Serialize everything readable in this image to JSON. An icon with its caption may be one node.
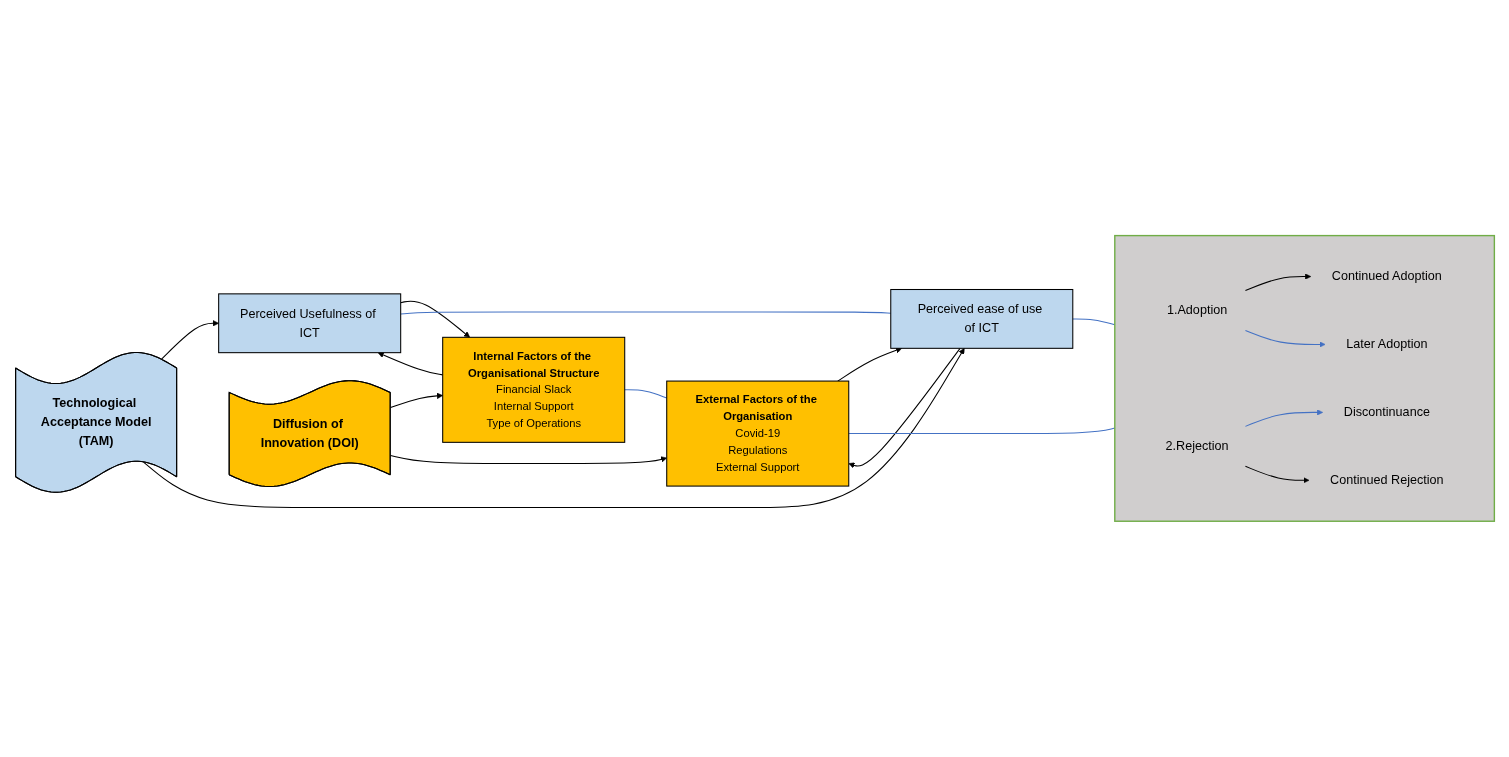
{
  "diagram": {
    "nodes": [
      {
        "text": [
          "Technological Acceptance Model",
          "(TAM)"
        ]
      },
      {
        "text": [
          "Perceived Usefulness of ICT"
        ]
      },
      {
        "text": [
          "Internal Factors of the Organisational Structure",
          "Financial Slack",
          "Internal Support",
          "Type of Operations"
        ]
      },
      {
        "text": [
          "Diffusion of Innovation (DOI)"
        ]
      },
      {
        "text": [
          "Perceived ease of use of ICT"
        ]
      },
      {
        "text": [
          "External Factors of the Organisation",
          "Covid-19",
          "Regulations",
          "External Support"
        ]
      },
      {
        "text": [],
        "shape": "box"
      },
      {
        "text": [
          "1.Adoption"
        ],
        "in": 6
      },
      {
        "text": [
          "Continued Adoption"
        ],
        "in": 6
      },
      {
        "text": [
          "Later Adoption"
        ],
        "in": 6
      },
      {
        "text": [
          "Discontinuance"
        ],
        "in": 6
      },
      {
        "text": [
          "2.Rejection"
        ],
        "in": 6
      },
      {
        "text": [
          "Continued Rejection"
        ],
        "in": 6
      }
    ],
    "edges": [
      {
        "from": 0,
        "to": 1,
        "arrow": "to"
      },
      {
        "from": 0,
        "to": 4,
        "arrow": "to"
      },
      {
        "from": 1,
        "to": 2,
        "arrow": "to"
      },
      {
        "from": 2,
        "to": 1,
        "arrow": "to"
      },
      {
        "from": 4,
        "to": 5,
        "arrow": "to"
      },
      {
        "from": 5,
        "to": 4,
        "arrow": "to"
      },
      {
        "from": 3,
        "to": 2,
        "arrow": "to"
      },
      {
        "from": 3,
        "to": 5,
        "arrow": "to"
      },
      {
        "from": 1,
        "to": 4,
        "arrow": "none",
        "color": "#4472c4"
      },
      {
        "from": 2,
        "to": 5,
        "arrow": "none",
        "color": "#4472c4"
      },
      {
        "from": 4,
        "to": 6,
        "arrow": "none",
        "color": "#4472c4"
      },
      {
        "from": 5,
        "to": 6,
        "arrow": "none",
        "color": "#4472c4"
      },
      {
        "from": 7,
        "to": 8,
        "arrow": "to"
      },
      {
        "from": 7,
        "to": 9,
        "arrow": "to",
        "color": "#4472c4"
      },
      {
        "from": 11,
        "to": 10,
        "arrow": "to",
        "color": "#4472c4"
      },
      {
        "from": 11,
        "to": 12,
        "arrow": "to"
      }
    ]
  }
}
